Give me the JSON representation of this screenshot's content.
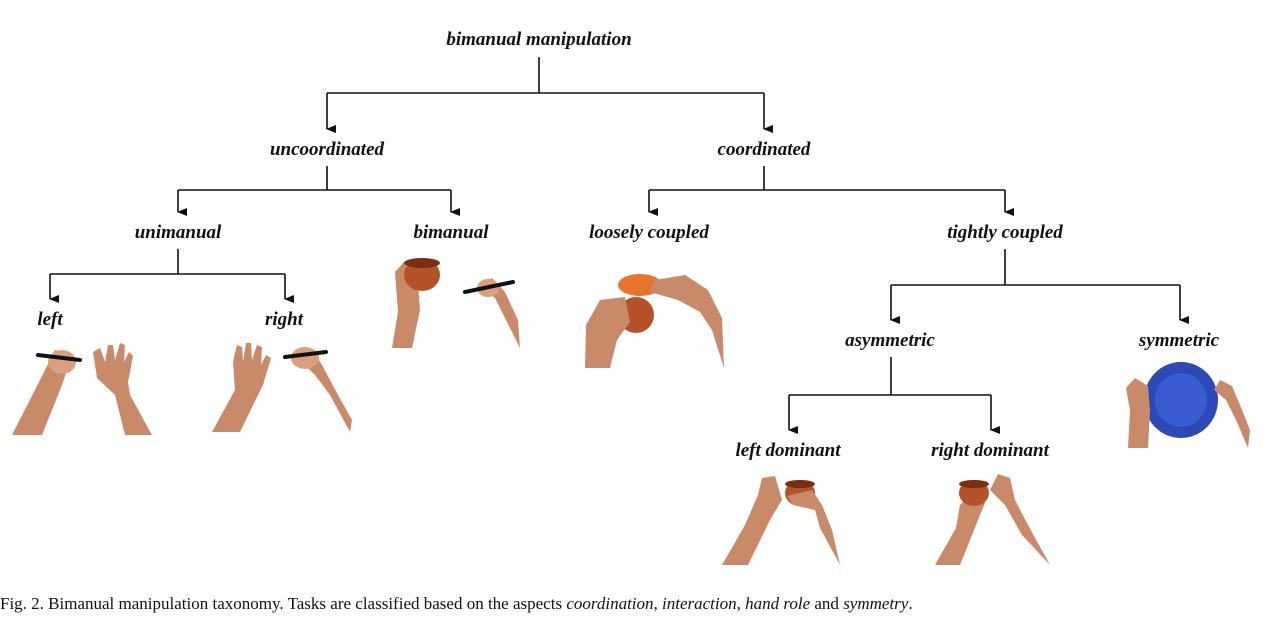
{
  "nodes": {
    "root": "bimanual manipulation",
    "uncoordinated": "uncoordinated",
    "coordinated": "coordinated",
    "unimanual": "unimanual",
    "bimanual": "bimanual",
    "loosely_coupled": "loosely coupled",
    "tightly_coupled": "tightly coupled",
    "left": "left",
    "right": "right",
    "asymmetric": "asymmetric",
    "symmetric": "symmetric",
    "left_dominant": "left dominant",
    "right_dominant": "right dominant"
  },
  "caption": {
    "prefix": "Fig. 2.  Bimanual manipulation taxonomy. Tasks are classified based on the aspects ",
    "term1": "coordination",
    "sep1": ", ",
    "term2": "interaction",
    "sep2": ", ",
    "term3": "hand role",
    "sep3": " and ",
    "term4": "symmetry",
    "suffix": "."
  },
  "colors": {
    "lines": "#111111",
    "skin": "#c98a6a",
    "cup": "#b5522a",
    "lid": "#e8742c",
    "plate": "#2c49b8"
  }
}
